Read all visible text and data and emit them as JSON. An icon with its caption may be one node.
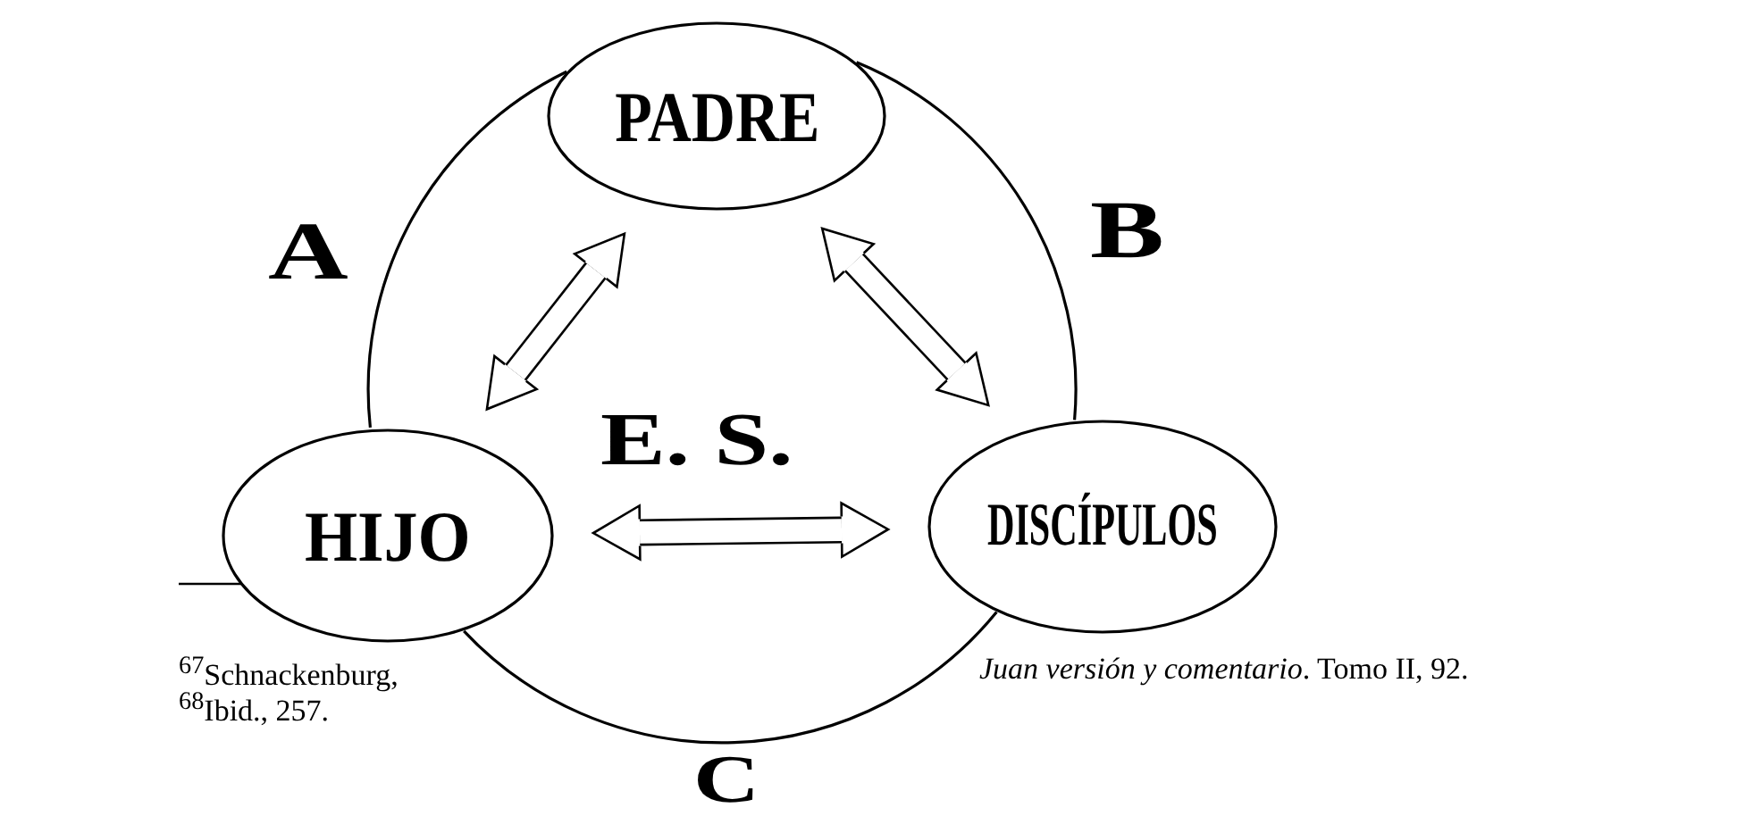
{
  "diagram": {
    "nodes": [
      {
        "text": [
          "PADRE"
        ]
      },
      {
        "text": [
          "HIJO"
        ]
      },
      {
        "text": [
          "DISCÍPULOS"
        ]
      }
    ],
    "edges": [
      {
        "from": 0,
        "to": 1,
        "arrow": "both",
        "style": "thick"
      },
      {
        "from": 0,
        "to": 2,
        "arrow": "both",
        "style": "thick"
      },
      {
        "from": 1,
        "to": 2,
        "arrow": "both",
        "style": "thick"
      },
      {
        "from": 0,
        "to": 1,
        "arrow": "none",
        "label": "A"
      },
      {
        "from": 0,
        "to": 2,
        "arrow": "none",
        "label": "B"
      },
      {
        "from": 1,
        "to": 2,
        "arrow": "none",
        "label": "C"
      }
    ],
    "labels": [
      "E. S.",
      "$^{67}$Schnackenburg,",
      "*Juan versión y comentario*. Tomo II, 92.",
      "$^{68}$Ibid., 257."
    ]
  }
}
